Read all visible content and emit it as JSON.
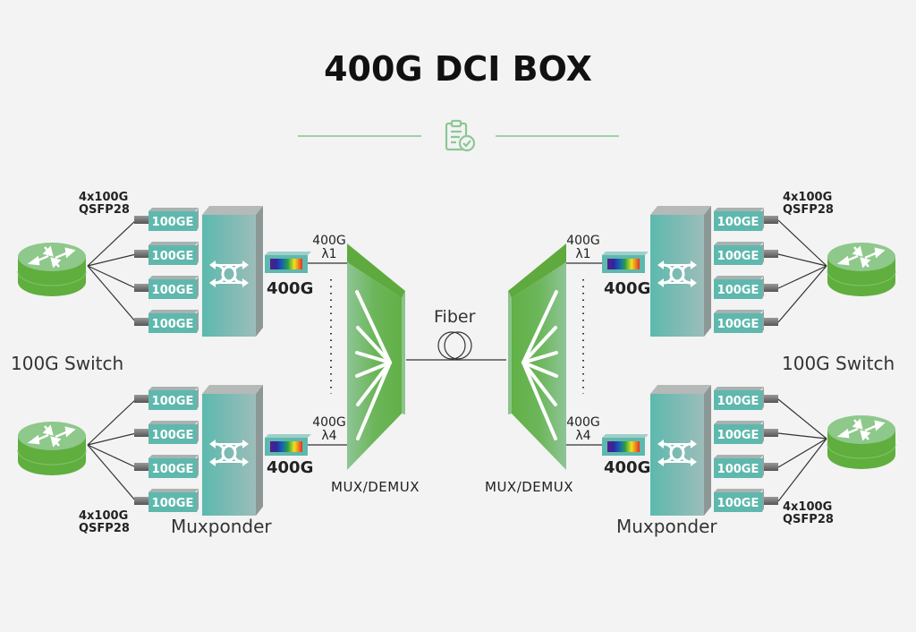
{
  "title": "400G DCI BOX",
  "colors": {
    "background": "#f3f3f3",
    "accent_green": "#6ab94f",
    "divider_green": "#9fd0a6",
    "teal": "#5fb8ad",
    "gray": "#9aa5a3"
  },
  "header_icon": "clipboard-check-icon",
  "left": {
    "switch_label": "100G Switch",
    "top_group": {
      "qsfp_label_line1": "4x100G",
      "qsfp_label_line2": "QSFP28",
      "ports": [
        "100GE",
        "100GE",
        "100GE",
        "100GE"
      ],
      "transceiver_label": "400G",
      "lambda_rate": "400G",
      "lambda": "λ1"
    },
    "bottom_group": {
      "qsfp_label_line1": "4x100G",
      "qsfp_label_line2": "QSFP28",
      "ports": [
        "100GE",
        "100GE",
        "100GE",
        "100GE"
      ],
      "transceiver_label": "400G",
      "lambda_rate": "400G",
      "lambda": "λ4"
    },
    "muxponder_label": "Muxponder",
    "mux_label": "MUX/DEMUX"
  },
  "right": {
    "switch_label": "100G Switch",
    "top_group": {
      "qsfp_label_line1": "4x100G",
      "qsfp_label_line2": "QSFP28",
      "ports": [
        "100GE",
        "100GE",
        "100GE",
        "100GE"
      ],
      "transceiver_label": "400G",
      "lambda_rate": "400G",
      "lambda": "λ1"
    },
    "bottom_group": {
      "qsfp_label_line1": "4x100G",
      "qsfp_label_line2": "QSFP28",
      "ports": [
        "100GE",
        "100GE",
        "100GE",
        "100GE"
      ],
      "transceiver_label": "400G",
      "lambda_rate": "400G",
      "lambda": "λ4"
    },
    "muxponder_label": "Muxponder",
    "mux_label": "MUX/DEMUX"
  },
  "fiber_label": "Fiber"
}
